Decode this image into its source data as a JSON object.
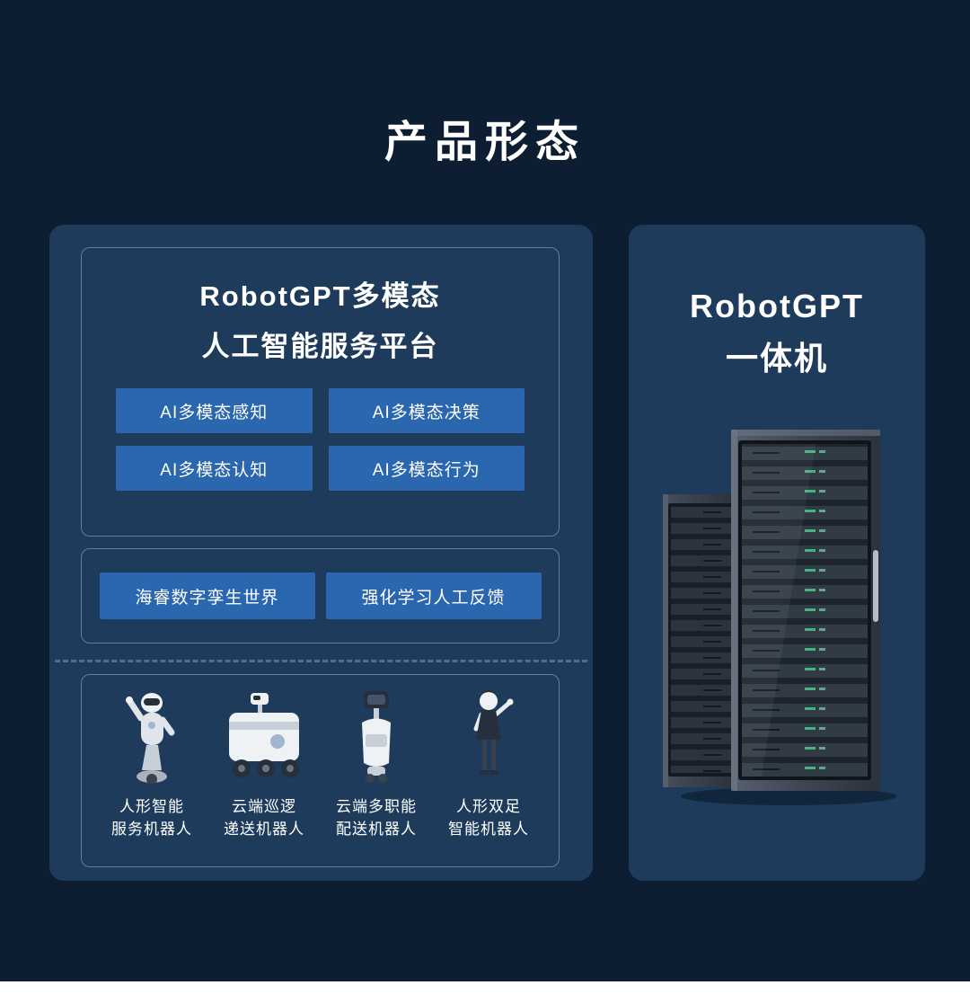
{
  "page": {
    "title": "产品形态"
  },
  "left_panel": {
    "platform": {
      "title_line1": "RobotGPT多模态",
      "title_line2": "人工智能服务平台",
      "buttons": [
        "AI多模态感知",
        "AI多模态决策",
        "AI多模态认知",
        "AI多模态行为"
      ]
    },
    "middle": {
      "buttons": [
        "海睿数字孪生世界",
        "强化学习人工反馈"
      ]
    },
    "robots": [
      {
        "caption_line1": "人形智能",
        "caption_line2": "服务机器人"
      },
      {
        "caption_line1": "云端巡逻",
        "caption_line2": "递送机器人"
      },
      {
        "caption_line1": "云端多职能",
        "caption_line2": "配送机器人"
      },
      {
        "caption_line1": "人形双足",
        "caption_line2": "智能机器人"
      }
    ]
  },
  "right_panel": {
    "title_line1": "RobotGPT",
    "title_line2": "一体机"
  },
  "colors": {
    "background": "#0d1e33",
    "panel": "#1e3b5c",
    "chip_blue": "#2a67ae",
    "box_border": "#5d7fa3",
    "text": "#ffffff"
  }
}
